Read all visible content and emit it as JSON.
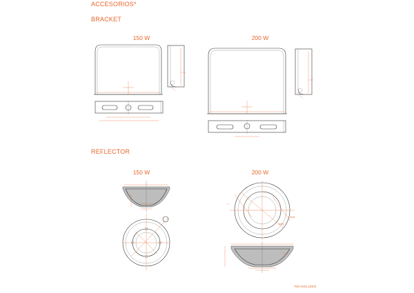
{
  "sections": {
    "accessories_title": "ACCESORIOS*",
    "bracket_title": "BRACKET",
    "reflector_title": "REFLECTOR"
  },
  "bracket": {
    "left_label": "150 W",
    "right_label": "200 W"
  },
  "reflector": {
    "left_label": "150 W",
    "right_label": "200 W"
  },
  "footnote": "*NO INCLUIDO",
  "colors": {
    "accent": "#e8652b",
    "line": "#333333",
    "shade": "#bdbdbd"
  }
}
